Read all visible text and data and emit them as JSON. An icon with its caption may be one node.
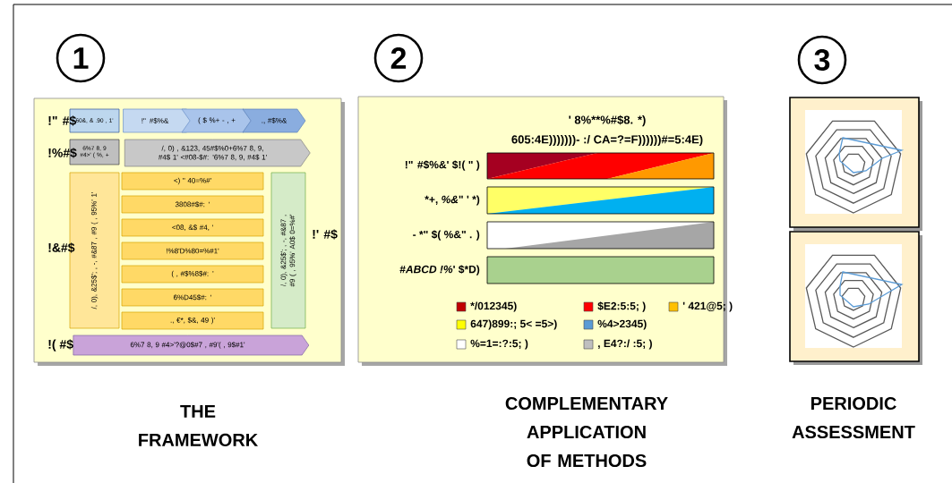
{
  "diagram": {
    "nodes": [
      {
        "text": [
          "1"
        ]
      },
      {
        "text": [
          "2"
        ]
      },
      {
        "text": [
          "3"
        ]
      },
      {
        "text": [],
        "shape": "box"
      },
      {
        "text": [
          "60&, & .90 , 1'"
        ],
        "in": 3
      },
      {
        "text": [
          "!\" #$%&"
        ],
        "in": 3
      },
      {
        "text": [
          "( $ %+ - , +"
        ],
        "in": 3
      },
      {
        "text": [
          "., #$%&"
        ],
        "in": 3
      },
      {
        "text": [
          "6%7 8, 9 #4>' ( %, +"
        ],
        "in": 3
      },
      {
        "text": [
          "/, 0) , &123, 45#$%0+6%7 8, 9, #4$ 1' <#08-$#: '6%7 8, 9, #4$ 1'"
        ],
        "in": 3
      },
      {
        "text": [
          "/, 0), &25$'; , -, #&87 , #9 ( , 95%' 1'"
        ],
        "in": 3
      },
      {
        "text": [
          "<) \" 40=%#'"
        ],
        "in": 3
      },
      {
        "text": [
          "3808#$#: '"
        ],
        "in": 3
      },
      {
        "text": [
          "<08, &$ #4, '"
        ],
        "in": 3
      },
      {
        "text": [
          "!%8'D%80=%#1'"
        ],
        "in": 3
      },
      {
        "text": [
          "( , #$%8$#: '"
        ],
        "in": 3
      },
      {
        "text": [
          "6%D45$#: '"
        ],
        "in": 3
      },
      {
        "text": [
          "., €*, $&, 49 )'"
        ],
        "in": 3
      },
      {
        "text": [
          "/, 0), &25$'; , -, #&87 , #9 ( , 95%' A0$ 0=%#'"
        ],
        "in": 3
      },
      {
        "text": [
          "6%7 8, 9 #4>'?@0$#7 , #9'( , 9$#1'"
        ],
        "in": 3
      },
      {
        "text": [
          "' 8%**%#$8. *)",
          "605:4E)))))))- :/ CA=?=F))))))#=5:4E)"
        ]
      }
    ],
    "labels": [
      "!\" #$",
      "!%#$",
      "!' #$",
      "!&#$",
      "!( #$",
      "!\" #$%&' $!( \" )",
      "*+, *%&*\" ' *)",
      "- *\" $( %&\" . )",
      "#*ABCD !%*' $*D)",
      "THE FRAMEWORK",
      "COMPLEMENTARY APPLICATION OF METHODS",
      "PERIODIC ASSESSMENT"
    ],
    "legend": [
      {
        "text": "*/012345)",
        "color": "#c00000"
      },
      {
        "text": "$E2:5:5; )",
        "color": "#ff0000"
      },
      {
        "text": "' 421@5; )",
        "color": "#ffc000"
      },
      {
        "text": "647)899:; 5< =5>)",
        "color": "#ffff00"
      },
      {
        "text": "%4>2345)",
        "color": "#5b9bd5"
      },
      {
        "text": "%=1=:?:5; )",
        "color": "#ffffff"
      },
      {
        "text": ", E4?:/ :5; )",
        "color": "#bfbfbf"
      }
    ]
  }
}
